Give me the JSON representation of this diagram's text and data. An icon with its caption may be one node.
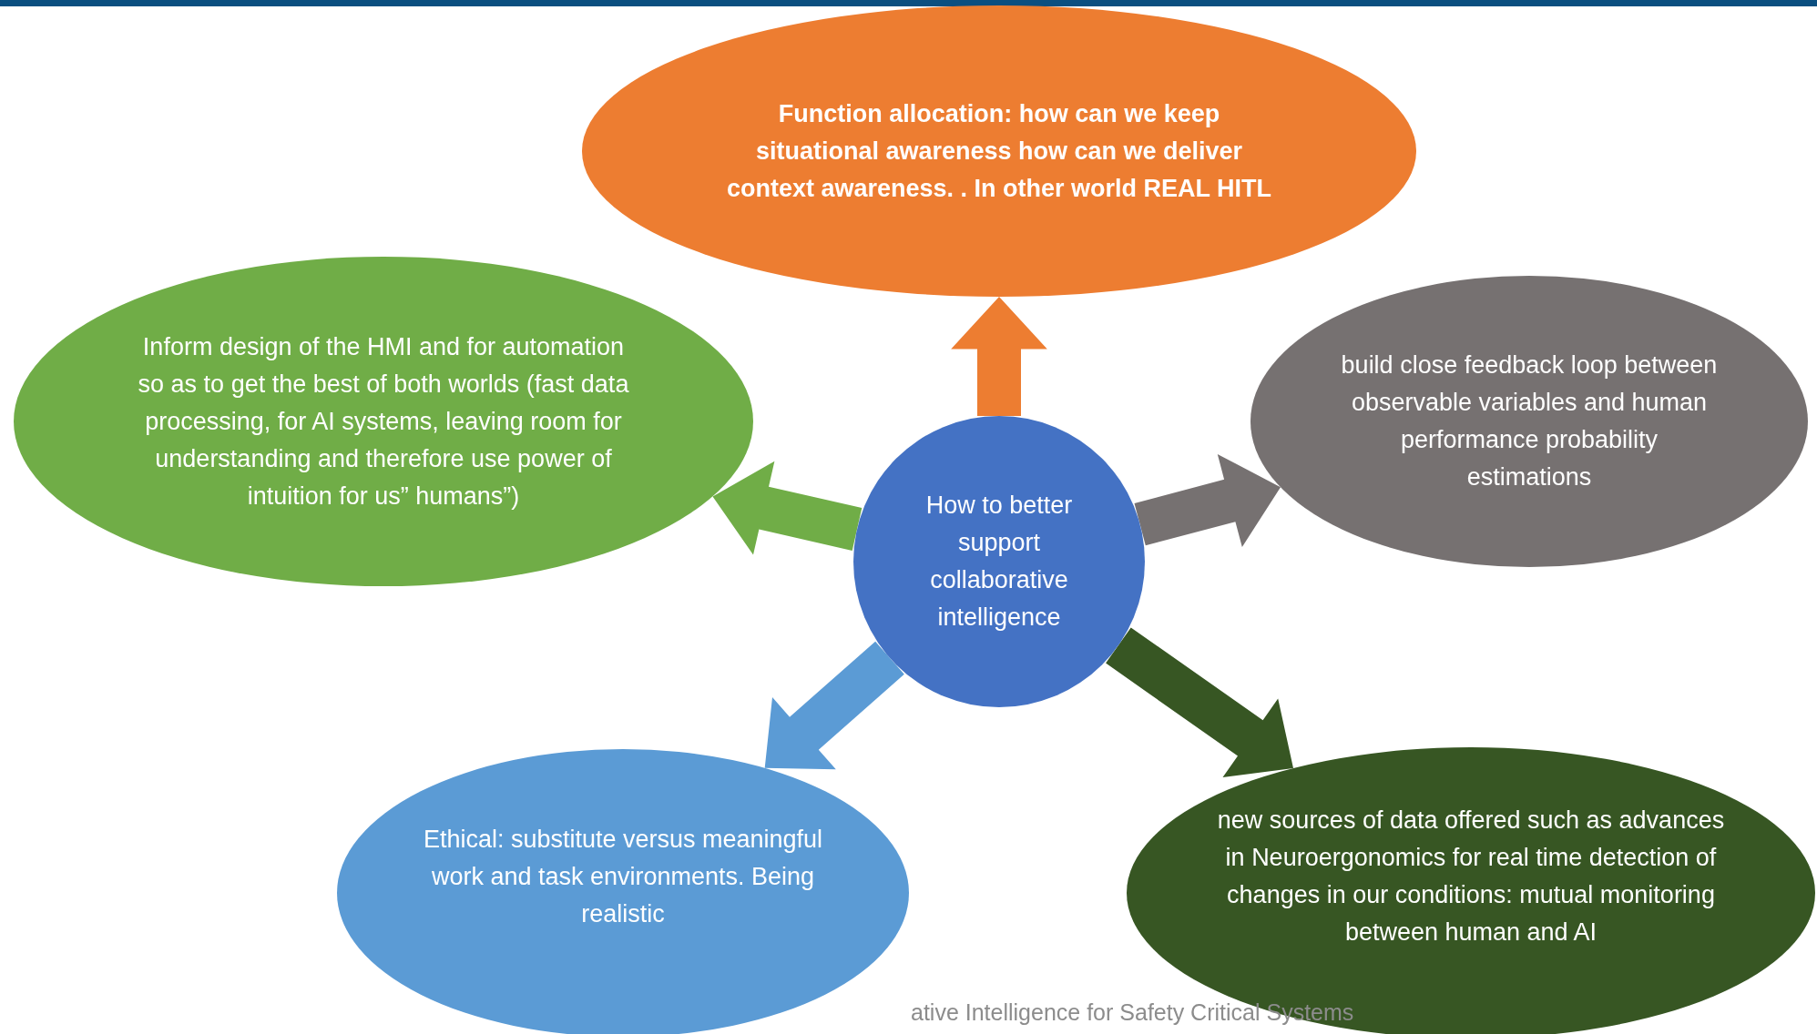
{
  "diagram": {
    "nodes": [
      {
        "text": [
          "Function allocation: how can we keep situational awareness how can we deliver context awareness. . In other world REAL HITL"
        ]
      },
      {
        "text": [
          "Inform design of the HMI and for automation so as to get the best of both worlds (fast data processing, for AI systems, leaving room for understanding and therefore use power of intuition for us” humans”)"
        ]
      },
      {
        "text": [
          "build close feedback loop between observable variables and human performance probability estimations"
        ]
      },
      {
        "text": [
          "How to better support collaborative intelligence"
        ]
      },
      {
        "text": [
          "Ethical: substitute versus meaningful work and task environments. Being realistic"
        ]
      },
      {
        "text": [
          "new sources of data offered such as advances in Neuroergonomics for real time detection of changes in our conditions: mutual monitoring between human and AI"
        ]
      }
    ],
    "edges": [
      {
        "from": 3,
        "to": 0,
        "arrow": "to",
        "style": "thick",
        "color": "#ed7d31"
      },
      {
        "from": 3,
        "to": 1,
        "arrow": "to",
        "style": "thick",
        "color": "#70ad47"
      },
      {
        "from": 3,
        "to": 2,
        "arrow": "to",
        "style": "thick",
        "color": "#767171"
      },
      {
        "from": 3,
        "to": 4,
        "arrow": "to",
        "style": "thick",
        "color": "#5b9bd5"
      },
      {
        "from": 3,
        "to": 5,
        "arrow": "to",
        "style": "thick",
        "color": "#375623"
      }
    ],
    "labels": [
      "ative Intelligence for Safety Critical Systems"
    ]
  }
}
